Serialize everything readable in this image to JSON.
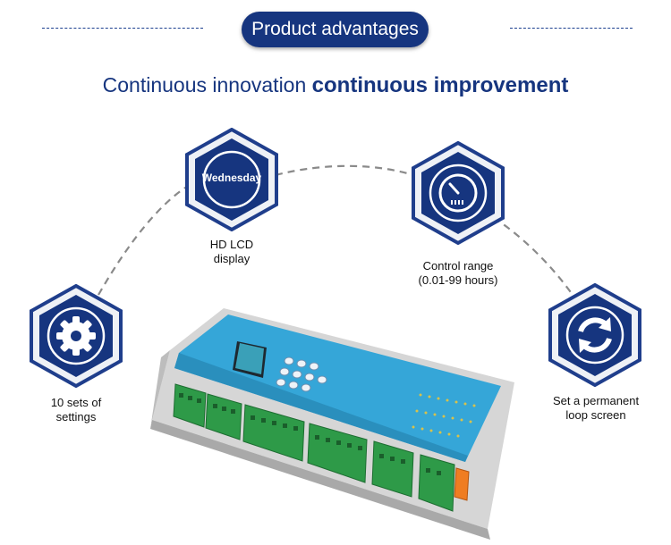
{
  "header": {
    "title": "Product advantages"
  },
  "headline": {
    "normal": "Continuous innovation ",
    "bold": "continuous improvement"
  },
  "features": {
    "lcd": {
      "line1": "HD LCD",
      "line2": "display",
      "screen_text": "Wednesday",
      "icon": "lcd-screen-icon"
    },
    "range": {
      "line1": "Control range",
      "line2": "(0.01-99 hours)",
      "icon": "gauge-icon"
    },
    "settings": {
      "line1": "10 sets of",
      "line2": "settings",
      "icon": "gear-icon"
    },
    "loop": {
      "line1": "Set a permanent",
      "line2": "loop screen",
      "icon": "refresh-icon"
    }
  },
  "colors": {
    "navy": "#16357f",
    "hex_border": "#22408e",
    "device_blue": "#35a6d8",
    "terminal_green": "#2e9a48"
  }
}
